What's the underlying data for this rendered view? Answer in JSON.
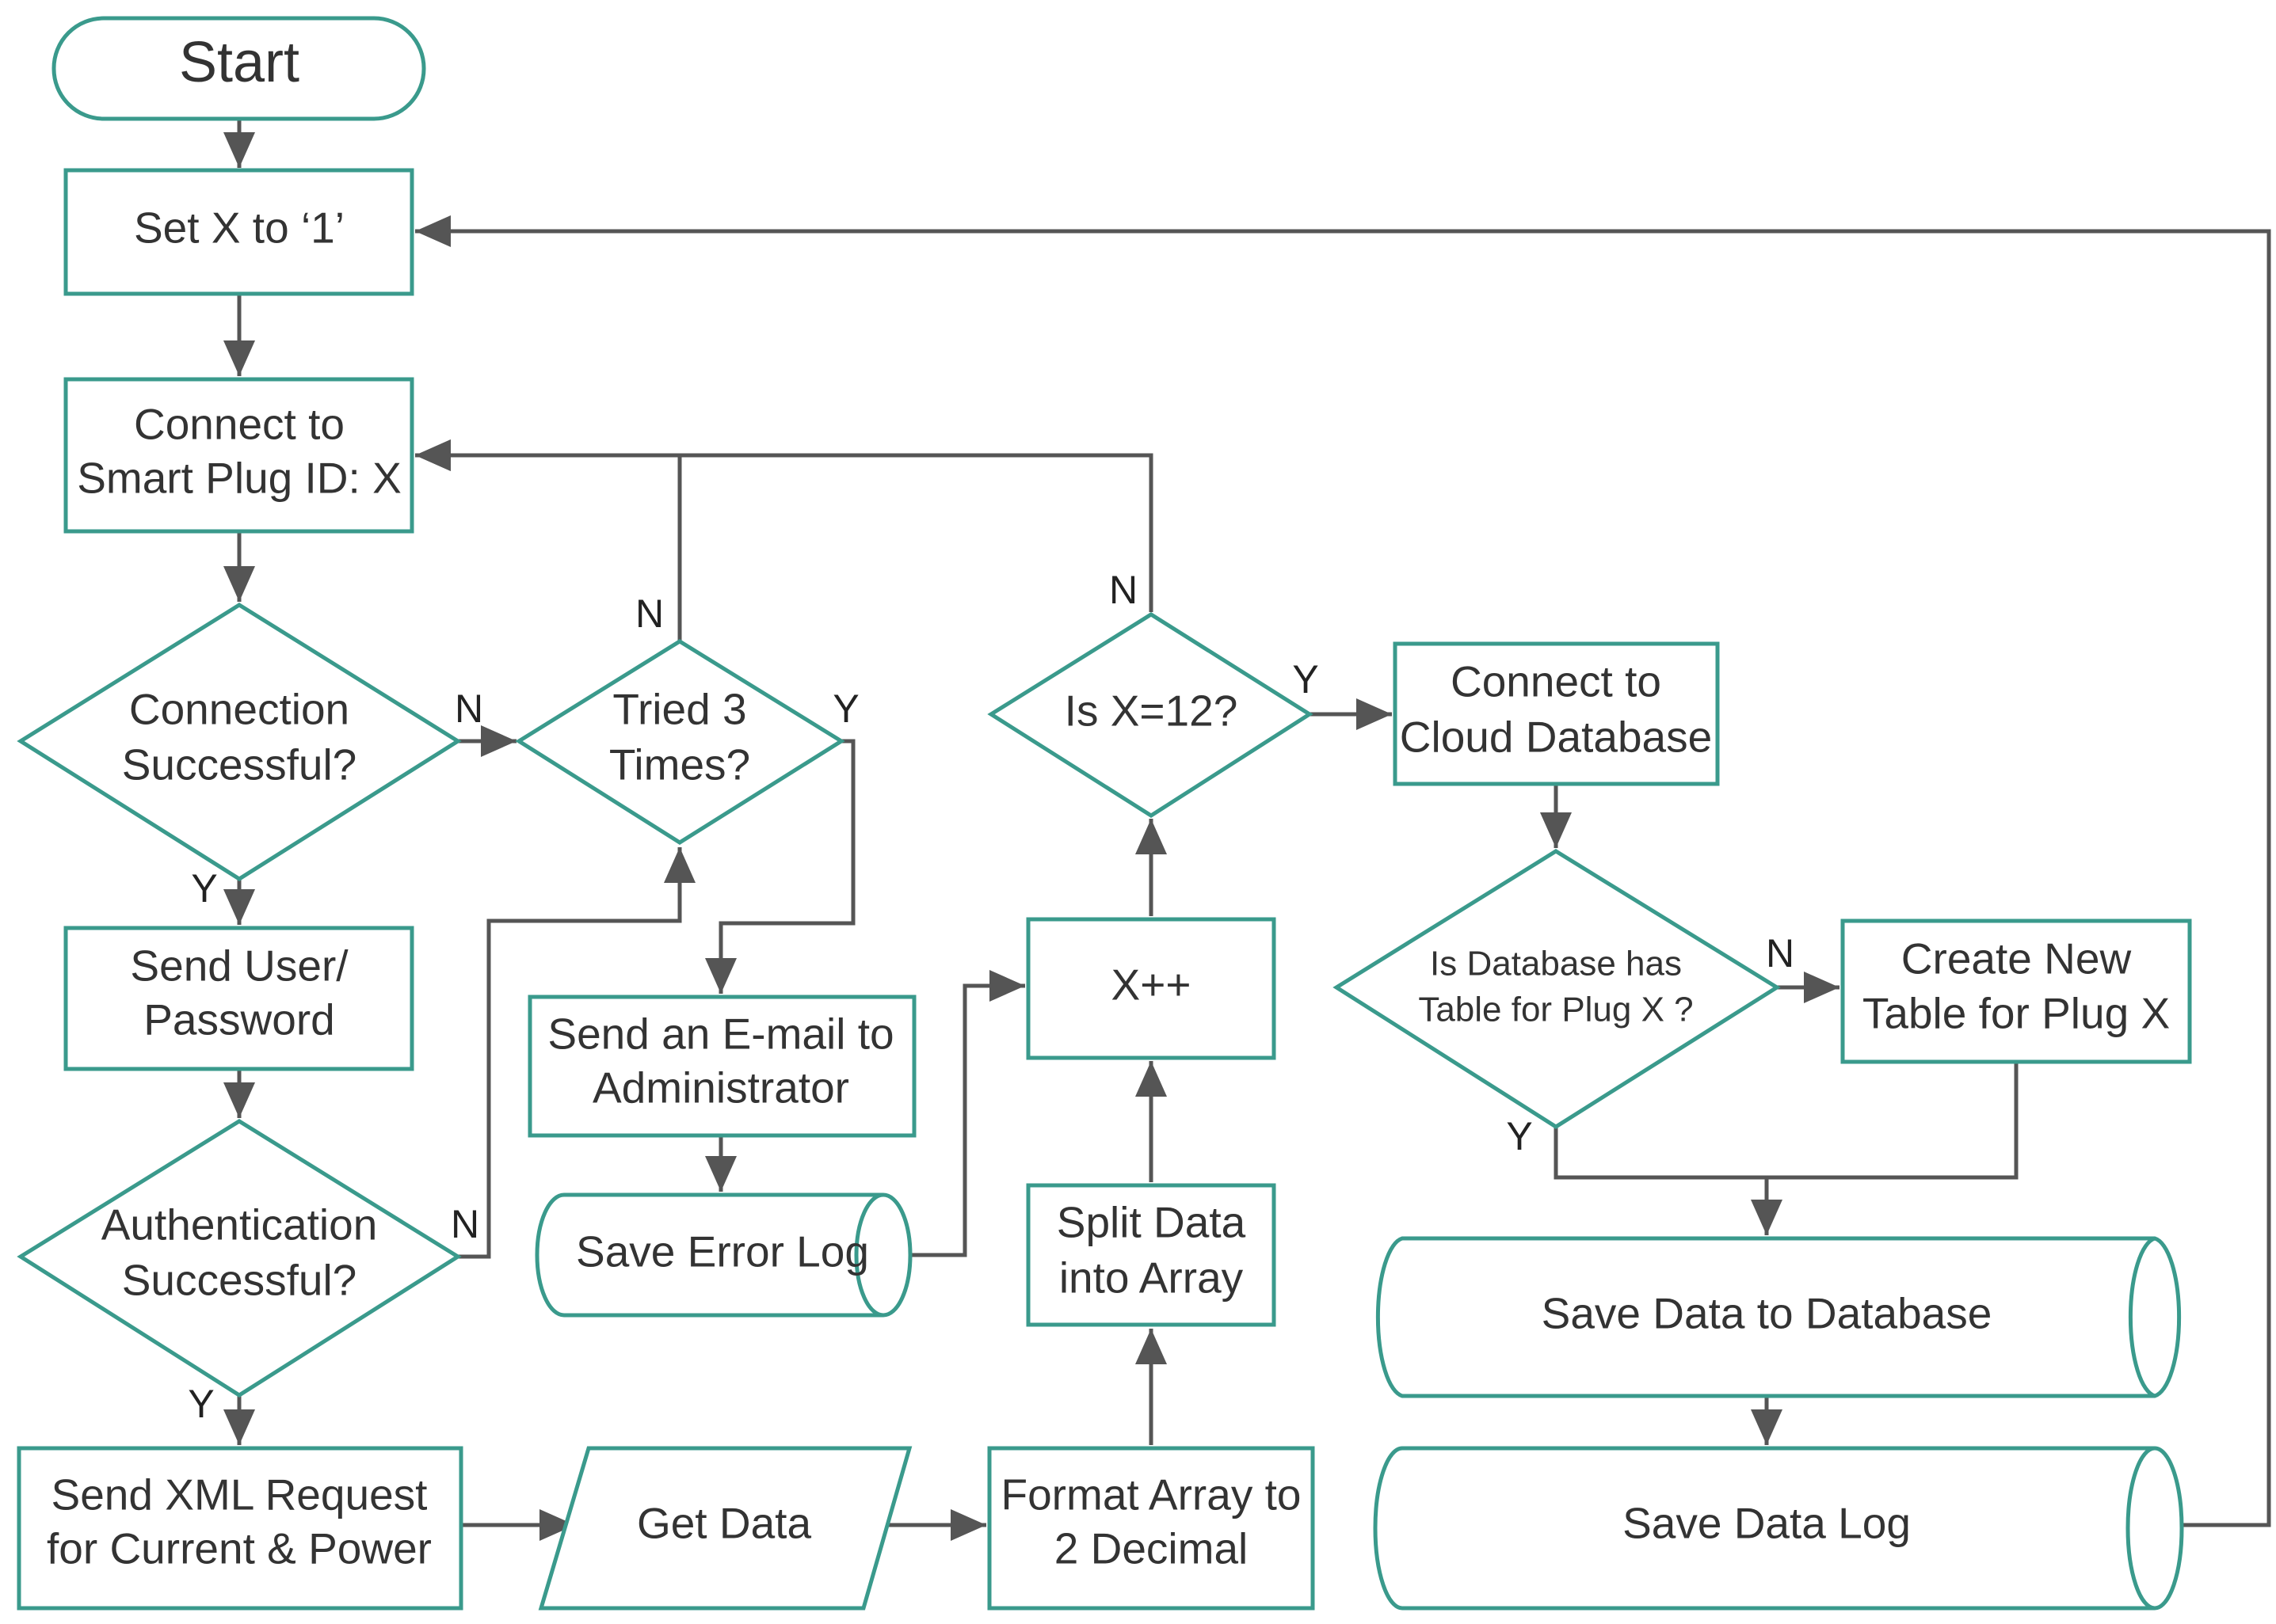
{
  "nodes": {
    "start": {
      "label": "Start"
    },
    "set_x": {
      "label": "Set X to ‘1’"
    },
    "connect_plug": {
      "line1": "Connect to",
      "line2": "Smart Plug ID: X"
    },
    "conn_success": {
      "line1": "Connection",
      "line2": "Successful?"
    },
    "tried3": {
      "line1": "Tried 3",
      "line2": "Times?"
    },
    "send_user": {
      "line1": "Send User/",
      "line2": "Password"
    },
    "auth_success": {
      "line1": "Authentication",
      "line2": "Successful?"
    },
    "send_xml": {
      "line1": "Send XML Request",
      "line2": "for Current & Power"
    },
    "send_email": {
      "line1": "Send an E-mail to",
      "line2": "Administrator"
    },
    "save_error": {
      "label": "Save Error Log"
    },
    "get_data": {
      "label": "Get Data"
    },
    "format_array": {
      "line1": "Format Array to",
      "line2": "2 Decimal"
    },
    "split_data": {
      "line1": "Split Data",
      "line2": "into Array"
    },
    "x_inc": {
      "label": "X++"
    },
    "is_x12": {
      "label": "Is X=12?"
    },
    "connect_cloud": {
      "line1": "Connect to",
      "line2": "Cloud Database"
    },
    "db_has_table": {
      "line1": "Is Database has",
      "line2": "Table for Plug X ?"
    },
    "create_table": {
      "line1": "Create New",
      "line2": "Table for Plug X"
    },
    "save_db": {
      "label": "Save Data to Database"
    },
    "save_log": {
      "label": "Save Data Log"
    }
  },
  "edge_labels": {
    "conn_no": "N",
    "conn_yes": "Y",
    "tried_no": "N",
    "tried_yes": "Y",
    "auth_no": "N",
    "auth_yes": "Y",
    "x12_no": "N",
    "x12_yes": "Y",
    "table_no": "N",
    "table_yes": "Y"
  },
  "colors": {
    "shape_stroke": "#3a9a8c",
    "connector": "#555555",
    "text": "#333333"
  }
}
